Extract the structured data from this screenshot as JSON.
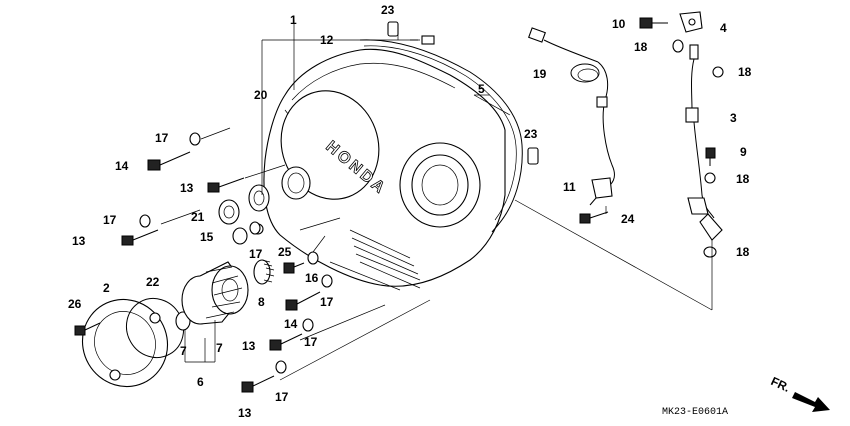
{
  "callouts": [
    "1",
    "2",
    "3",
    "4",
    "5",
    "6",
    "7",
    "7",
    "8",
    "9",
    "10",
    "11",
    "12",
    "13",
    "13",
    "13",
    "13",
    "14",
    "14",
    "15",
    "16",
    "17",
    "17",
    "17",
    "17",
    "17",
    "17",
    "18",
    "18",
    "18",
    "18",
    "19",
    "20",
    "21",
    "22",
    "23",
    "23",
    "24",
    "25",
    "26"
  ],
  "brand_text": "HONDA",
  "direction_label": "FR.",
  "drawing_code": "MK23-E0601A"
}
